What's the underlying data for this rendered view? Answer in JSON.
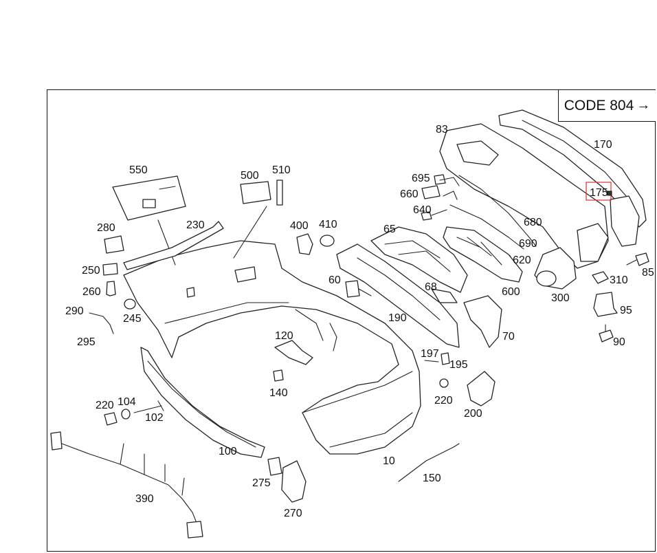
{
  "code_label": "CODE 804",
  "code_arrow": "→",
  "highlighted_part": "175",
  "labels": {
    "l83": "83",
    "l170": "170",
    "l175": "175",
    "l85": "85",
    "l310": "310",
    "l95": "95",
    "l90": "90",
    "l695": "695",
    "l660": "660",
    "l640": "640",
    "l680": "680",
    "l690": "690",
    "l620": "620",
    "l600": "600",
    "l300": "300",
    "l550": "550",
    "l500": "500",
    "l510": "510",
    "l280": "280",
    "l230": "230",
    "l400": "400",
    "l410": "410",
    "l65": "65",
    "l250": "250",
    "l260": "260",
    "l245": "245",
    "l60": "60",
    "l68": "68",
    "l290": "290",
    "l295": "295",
    "l190": "190",
    "l70": "70",
    "l120": "120",
    "l197": "197",
    "l195": "195",
    "l140": "140",
    "l220a": "220",
    "l104": "104",
    "l102": "102",
    "l220b": "220",
    "l200": "200",
    "l100": "100",
    "l10": "10",
    "l390": "390",
    "l275": "275",
    "l150": "150",
    "l270": "270"
  }
}
